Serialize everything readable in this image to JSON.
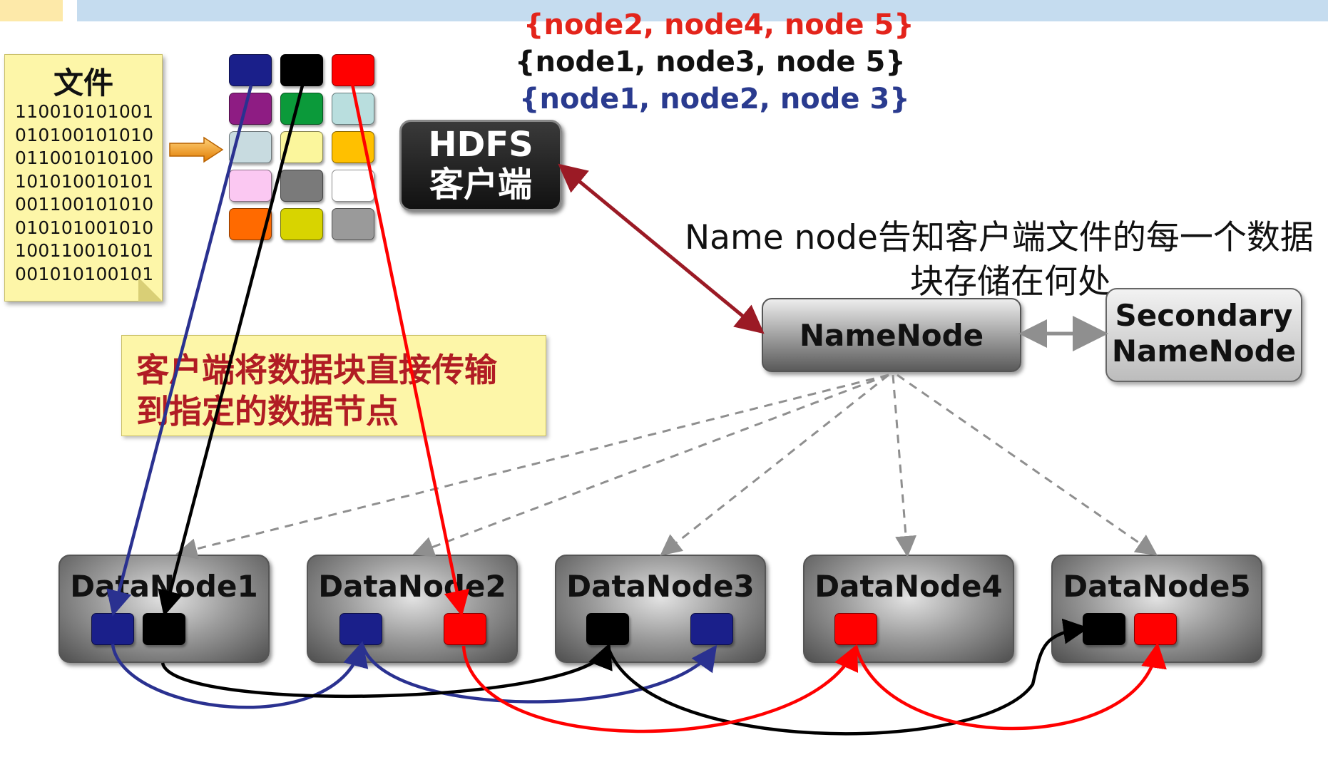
{
  "file": {
    "title": "文件",
    "bits": [
      "110010101001",
      "010100101010",
      "011001010100",
      "101010010101",
      "001100101010",
      "010101001010",
      "100110010101",
      "001010100101"
    ]
  },
  "block_grid_colors": [
    [
      "#1a1f8a",
      "#000000",
      "#ff0000"
    ],
    [
      "#8e1c83",
      "#0b9a3a",
      "#b9dede"
    ],
    [
      "#c8dbe0",
      "#fbf69c",
      "#ffc000"
    ],
    [
      "#fbc8f2",
      "#7a7a7a",
      "#ffffff"
    ],
    [
      "#ff6a00",
      "#d8d400",
      "#9a9a9a"
    ]
  ],
  "block_sets": [
    {
      "text": "{node2, node4, node 5}",
      "color": "#e3241b"
    },
    {
      "text": "{node1, node3, node 5}",
      "color": "#111111"
    },
    {
      "text": "{node1, node2, node 3}",
      "color": "#2a3b8f"
    }
  ],
  "hdfs_client": {
    "line1": "HDFS",
    "line2": "客户端"
  },
  "namenode_desc": {
    "line1": "Name node告知客户端文件的每一个数据",
    "line2": "块存储在何处"
  },
  "namenode": {
    "label": "NameNode"
  },
  "secondary_namenode": {
    "line1": "Secondary",
    "line2": "NameNode"
  },
  "callout": {
    "line1": "客户端将数据块直接传输",
    "line2": "到指定的数据节点"
  },
  "datanodes": [
    {
      "label": "DataNode1",
      "blocks": [
        "#1a1f8a",
        "#000000"
      ]
    },
    {
      "label": "DataNode2",
      "blocks": [
        "#1a1f8a",
        "#ff0000"
      ]
    },
    {
      "label": "DataNode3",
      "blocks": [
        "#000000",
        "#1a1f8a"
      ]
    },
    {
      "label": "DataNode4",
      "blocks": [
        "#ff0000"
      ]
    },
    {
      "label": "DataNode5",
      "blocks": [
        "#000000",
        "#ff0000"
      ]
    }
  ],
  "colors": {
    "blue_block": "#1a1f8a",
    "black_block": "#000000",
    "red_block": "#ff0000",
    "client_link": "#9b1a25",
    "heartbeat": "#8f8f8f"
  }
}
